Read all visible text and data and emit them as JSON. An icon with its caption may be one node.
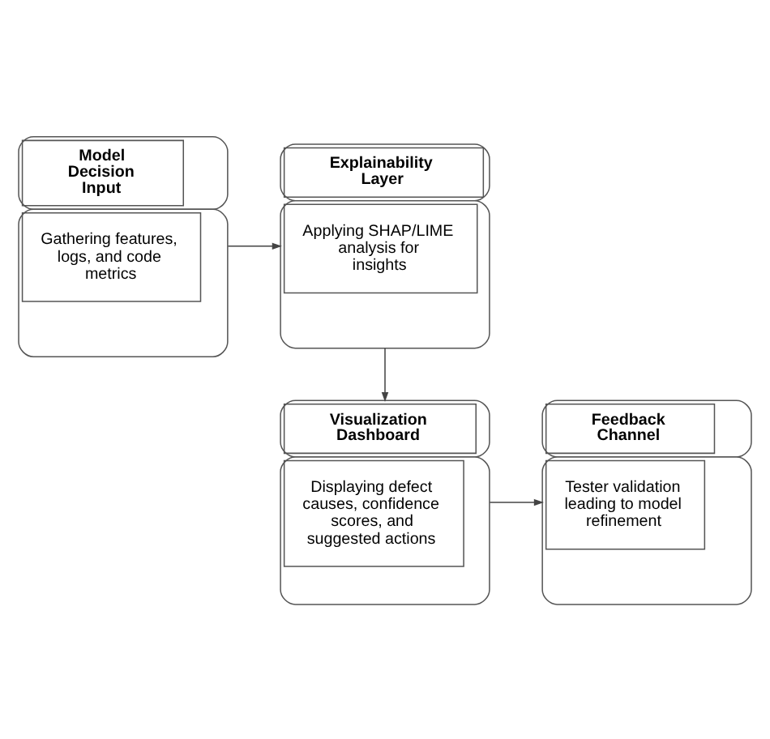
{
  "diagram": {
    "nodes": [
      {
        "text": [
          "Model Decision Input",
          "Gathering features, logs, and code metrics"
        ]
      },
      {
        "text": [
          "Explainability Layer",
          "Applying SHAP/LIME analysis for insights"
        ]
      },
      {
        "text": [
          "Feedback Channel",
          "Tester validation leading to model refinement"
        ]
      },
      {
        "text": [
          "Visualization Dashboard",
          "Displaying defect causes, confidence scores, and suggested actions"
        ]
      }
    ],
    "edges": [
      {
        "from": 0,
        "to": 1,
        "arrow": "to"
      },
      {
        "from": 1,
        "to": 3,
        "arrow": "to"
      },
      {
        "from": 3,
        "to": 2,
        "arrow": "to"
      }
    ]
  }
}
